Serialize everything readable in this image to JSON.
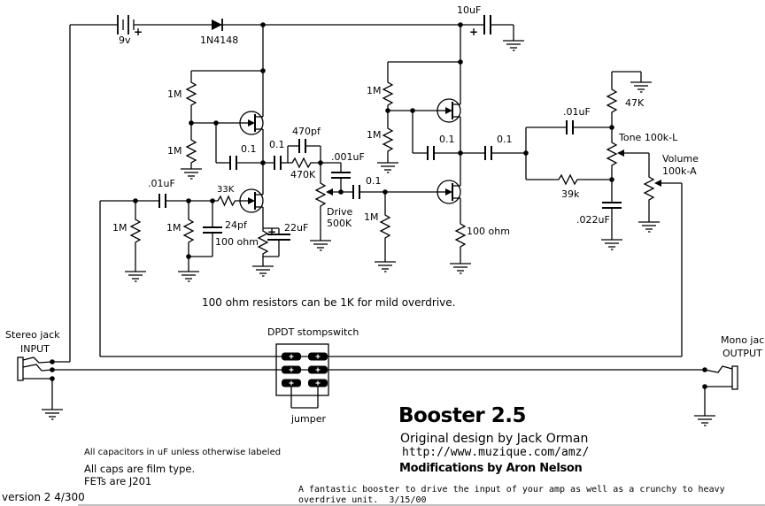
{
  "meta": {
    "title": "Booster 2.5",
    "credit_design": "Original design by Jack Orman",
    "credit_url": "http://www.muzique.com/amz/",
    "credit_mods": "Modifications by Aron Nelson",
    "description_line1": "A fantastic booster to drive the input of your amp as well as a crunchy to heavy",
    "description_line2": "overdrive unit.  3/15/00",
    "version": "version 2 4/300"
  },
  "notes": {
    "overdrive": "100 ohm resistors can be 1K for mild overdrive.",
    "caps_uf": "All capacitors in uF unless otherwise labeled",
    "caps_film": "All caps are film type.",
    "fets": "FETs are J201"
  },
  "io": {
    "input_jack_type": "Stereo jack",
    "input_label": "INPUT",
    "output_jack_type": "Mono jack",
    "output_label": "OUTPUT",
    "switch_label": "DPDT stompswitch",
    "jumper_label": "jumper"
  },
  "components": {
    "battery": "9v",
    "battery_plus": "+",
    "diode": "1N4148",
    "c_filter": "10uF",
    "c_filter_plus": "+",
    "r_bias1_top": "1M",
    "r_bias1_bot": "1M",
    "c_boot1": "0.1",
    "c_out1": "0.1",
    "c_fb": "470pf",
    "r_fb": "470K",
    "c_mid": ".001uF",
    "pot_drive_name": "Drive",
    "pot_drive_value": "500K",
    "c_in": ".01uF",
    "r_in1": "1M",
    "r_in2": "1M",
    "r_gate1": "33K",
    "c_gate1": "24pf",
    "r_src1": "100 ohm",
    "c_src1_plus": "+",
    "c_src1": "22uF",
    "c_in2": "0.1",
    "r_gate2": "1M",
    "r_bias2_top": "1M",
    "r_bias2_bot": "1M",
    "c_boot2": "0.1",
    "c_out2": "0.1",
    "r_src2": "100 ohm",
    "c_tone_in": ".01uF",
    "r_tone_top": "47K",
    "pot_tone": "Tone 100k-L",
    "r_tone_mid": "39k",
    "c_tone": ".022uF",
    "pot_volume_name": "Volume",
    "pot_volume_value": "100k-A"
  }
}
